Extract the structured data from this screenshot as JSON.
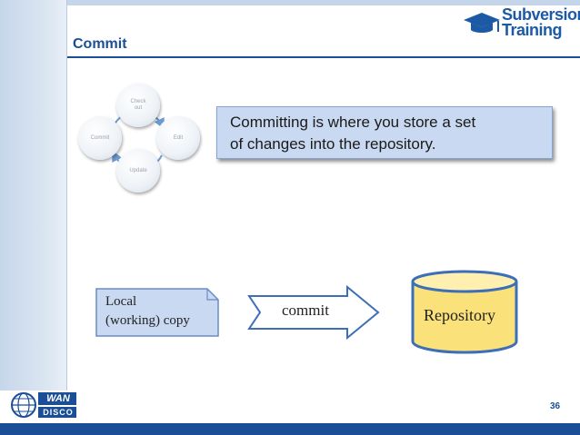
{
  "slide": {
    "title": "Commit",
    "page_number": "36",
    "brand": {
      "line1": "Subversion",
      "line2": "Training"
    },
    "callout": {
      "line1": "Committing is where you store a set",
      "line2": "of changes into the repository."
    },
    "cycle": {
      "checkout_line1": "Check",
      "checkout_line2": "out",
      "edit": "Edit",
      "update": "Update",
      "commit": "Commit"
    },
    "flow": {
      "local_line1": "Local",
      "local_line2": "(working) copy",
      "arrow_label": "commit",
      "repository": "Repository"
    },
    "footer_logo": {
      "top": "WAN",
      "bottom": "DISCO"
    },
    "colors": {
      "title": "#1a4f97",
      "callout_bg": "#c9d9f1",
      "repo_fill": "#fbe17a",
      "arrow_fill": "#ffffff"
    }
  }
}
